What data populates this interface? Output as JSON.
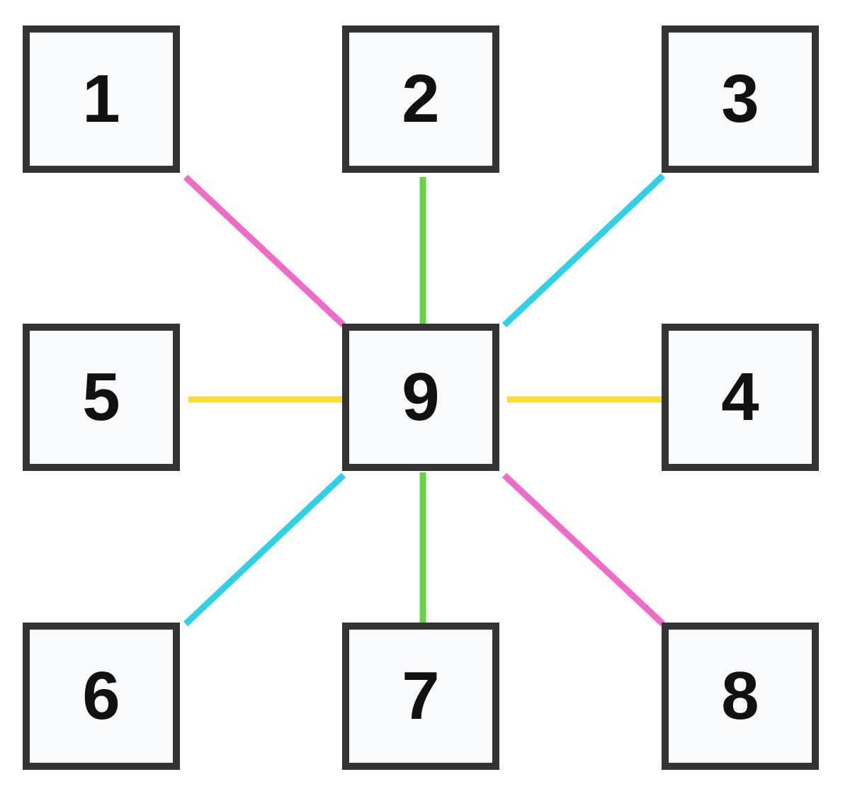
{
  "diagram": {
    "center": {
      "label": "9"
    },
    "nodes": [
      {
        "id": "n1",
        "label": "1"
      },
      {
        "id": "n2",
        "label": "2"
      },
      {
        "id": "n3",
        "label": "3"
      },
      {
        "id": "n4",
        "label": "4"
      },
      {
        "id": "n5",
        "label": "5"
      },
      {
        "id": "n6",
        "label": "6"
      },
      {
        "id": "n7",
        "label": "7"
      },
      {
        "id": "n8",
        "label": "8"
      }
    ],
    "connectors": [
      {
        "from": "1",
        "to": "9",
        "color": "#f06ac8"
      },
      {
        "from": "2",
        "to": "9",
        "color": "#66d444"
      },
      {
        "from": "3",
        "to": "9",
        "color": "#2fd0e8"
      },
      {
        "from": "5",
        "to": "9",
        "color": "#f7dc3a"
      },
      {
        "from": "4",
        "to": "9",
        "color": "#f7dc3a"
      },
      {
        "from": "6",
        "to": "9",
        "color": "#2fd0e8"
      },
      {
        "from": "7",
        "to": "9",
        "color": "#66d444"
      },
      {
        "from": "8",
        "to": "9",
        "color": "#f06ac8"
      }
    ]
  }
}
